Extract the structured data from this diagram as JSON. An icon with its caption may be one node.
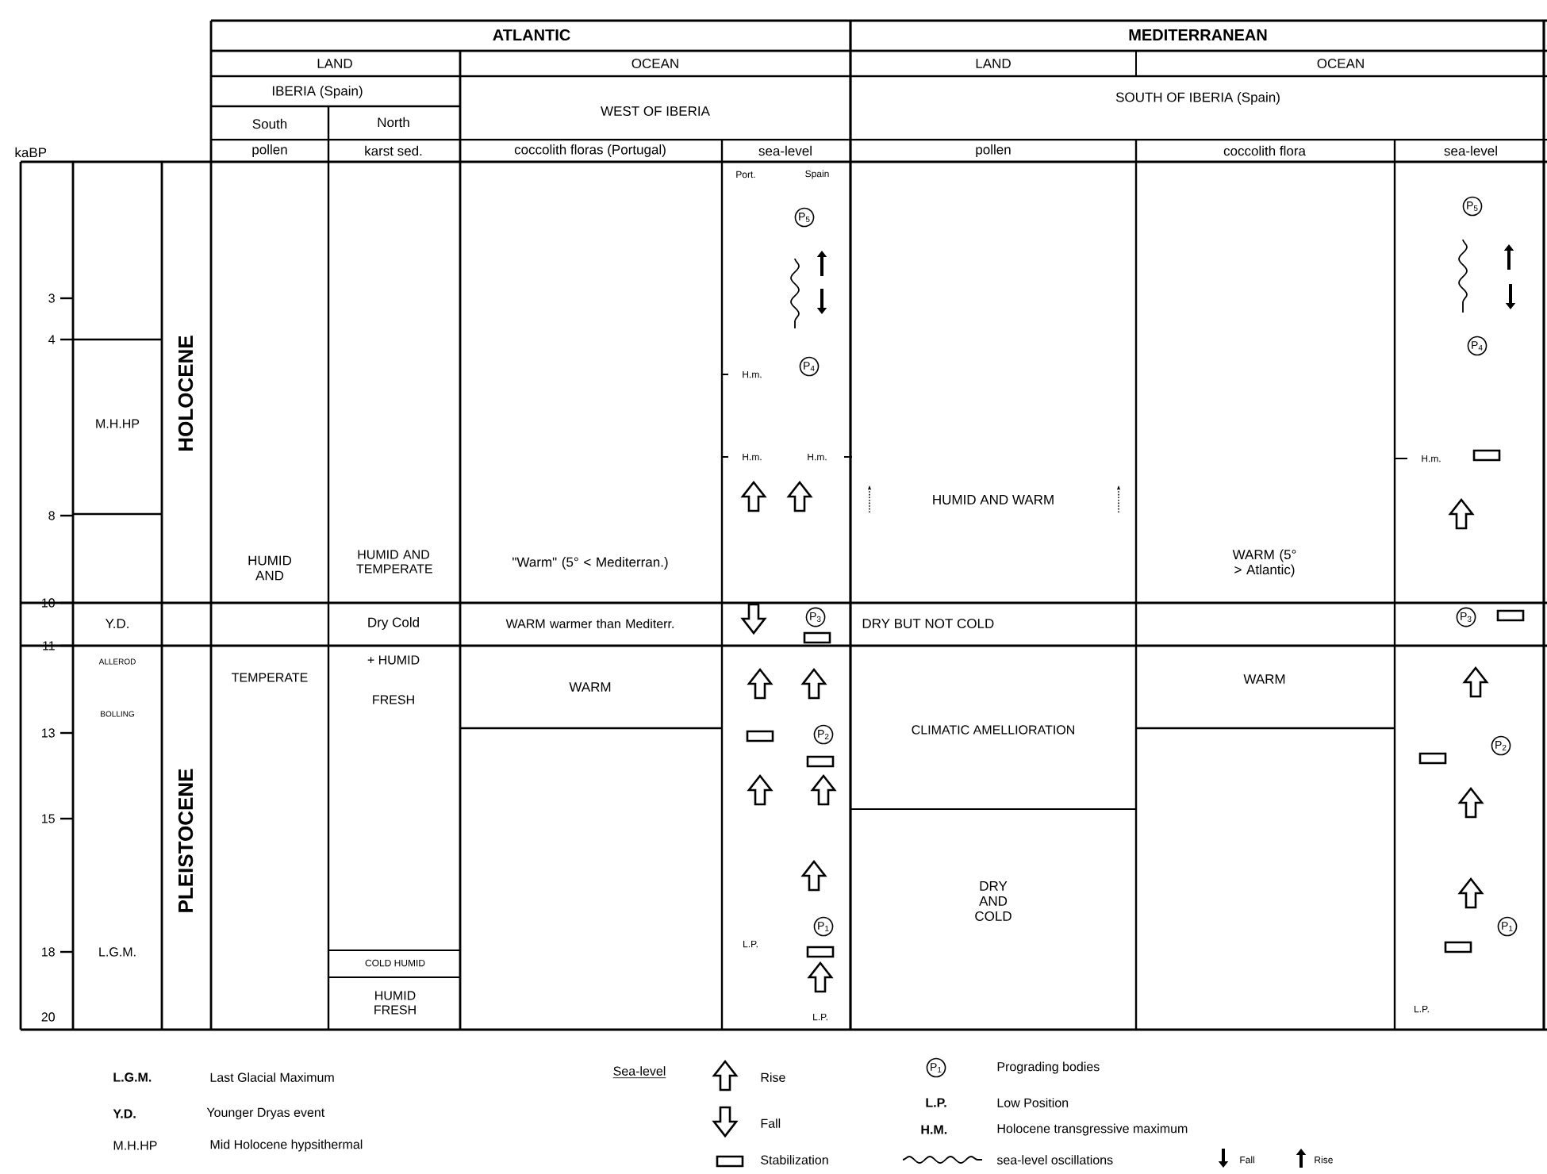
{
  "diagram": {
    "labels": [
      "ATLANTIC",
      "MEDITERRANEAN",
      "LAND",
      "OCEAN",
      "LAND",
      "OCEAN",
      "IBERIA (Spain)",
      "WEST OF IBERIA",
      "SOUTH OF IBERIA (Spain)",
      "South",
      "North",
      "kaBP",
      "pollen",
      "karst sed.",
      "coccolith floras (Portugal)",
      "sea-level",
      "pollen",
      "coccolith flora",
      "sea-level",
      "Port.",
      "Spain",
      "P$_{5}$",
      "P$_{5}$",
      "3",
      "4",
      "HOLOCENE",
      "H.m.",
      "P$_{4}$",
      "P$_{4}$",
      "M.H.HP",
      "H.m.",
      "H.m.",
      "H.m.",
      "HUMID AND WARM",
      "8",
      "HUMID AND",
      "HUMID AND TEMPERATE",
      "\"Warm\" (5° < Mediterran.)",
      "WARM (5° > Atlantic)",
      "10",
      "Y.D.",
      "Dry Cold",
      "WARM warmer than Mediterr.",
      "P$_{3}$",
      "DRY BUT NOT COLD",
      "P$_{3}$",
      "11",
      "ALLEROD",
      "TEMPERATE",
      "+ HUMID",
      "WARM",
      "WARM",
      "FRESH",
      "BOLLING",
      "13",
      "CLIMATIC AMELLIORATION",
      "P$_{2}$",
      "P$_{2}$",
      "15",
      "PLEISTOCENE",
      "DRY AND COLD",
      "P$_{1}$",
      "P$_{1}$",
      "L.P.",
      "18",
      "L.G.M.",
      "COLD HUMID",
      "HUMID FRESH",
      "L.P.",
      "L.P.",
      "20",
      "L.G.M.",
      "Last Glacial Maximum",
      "Y.D.",
      "Younger Dryas event",
      "M.H.HP",
      "Mid Holocene hypsithermal",
      "Sea-level",
      "P$_{1}$",
      "L.P.",
      "Low Position",
      "H.M.",
      "Holocene transgressive maximum"
    ],
    "legend": [
      {
        "text": "Rise"
      },
      {
        "text": "Fall"
      },
      {
        "text": "Stabilization"
      },
      {
        "text": "Prograding bodies"
      },
      {
        "text": "sea-level oscillations"
      },
      {
        "text": "Fall"
      },
      {
        "text": "Rise"
      }
    ]
  }
}
